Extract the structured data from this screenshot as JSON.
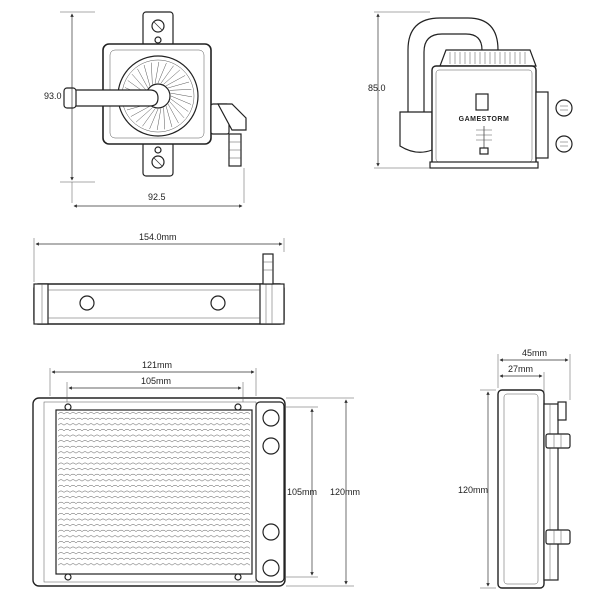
{
  "pump_top": {
    "height_label": "93.0",
    "width_label": "92.5"
  },
  "pump_side": {
    "height_label": "85.0",
    "brand_label": "GAMESTORM"
  },
  "radiator_top": {
    "length_label": "154.0mm"
  },
  "radiator_front": {
    "outer_width_label": "121mm",
    "inner_width_label": "105mm",
    "inner_height_label": "105mm",
    "outer_height_label": "120mm"
  },
  "radiator_side": {
    "total_depth_label": "45mm",
    "core_depth_label": "27mm",
    "height_label": "120mm"
  }
}
